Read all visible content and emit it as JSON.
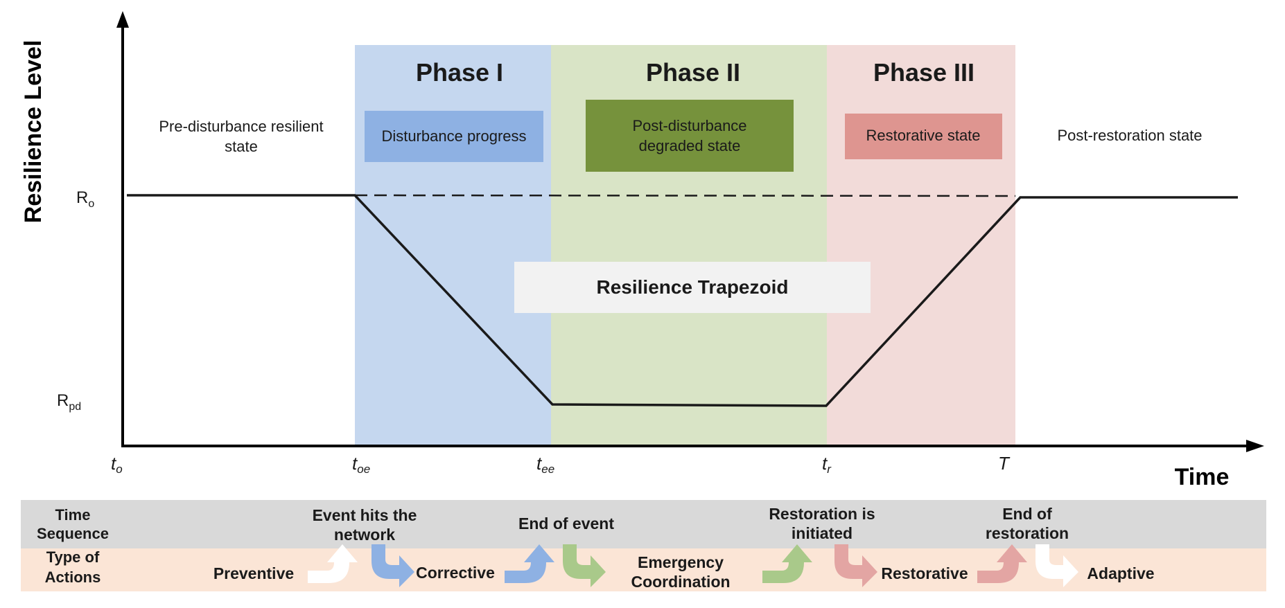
{
  "axes": {
    "y_label": "Resilience Level",
    "x_label": "Time",
    "r_levels": [
      {
        "main": "R",
        "sub": "o"
      },
      {
        "main": "R",
        "sub": "pd"
      }
    ],
    "time_ticks": [
      {
        "main": "t",
        "sub": "o"
      },
      {
        "main": "t",
        "sub": "oe"
      },
      {
        "main": "t",
        "sub": "ee"
      },
      {
        "main": "t",
        "sub": "r"
      },
      {
        "main": "T",
        "sub": ""
      }
    ]
  },
  "phases": [
    {
      "title": "Phase I",
      "state_lines": [
        "Disturbance progress"
      ],
      "color": "#c5d7ef",
      "box_color": "#8eb1e3"
    },
    {
      "title": "Phase II",
      "state_lines": [
        "Post-disturbance",
        "degraded state"
      ],
      "color": "#d9e4c6",
      "box_color": "#76923c"
    },
    {
      "title": "Phase III",
      "state_lines": [
        "Restorative state"
      ],
      "color": "#f2dbd9",
      "box_color": "#de9590"
    }
  ],
  "outer_states": {
    "pre": [
      "Pre-disturbance resilient",
      "state"
    ],
    "post": [
      "Post-restoration state"
    ]
  },
  "trapezoid_label": "Resilience Trapezoid",
  "table": {
    "row1_header": [
      "Time",
      "Sequence"
    ],
    "row2_header": [
      "Type of",
      "Actions"
    ],
    "events": [
      [
        "Event hits the",
        "network"
      ],
      [
        "End of event"
      ],
      [
        "Restoration is",
        "initiated"
      ],
      [
        "End of",
        "restoration"
      ]
    ],
    "actions": [
      [
        "Preventive"
      ],
      [
        "Corrective"
      ],
      [
        "Emergency",
        "Coordination"
      ],
      [
        "Restorative"
      ],
      [
        "Adaptive"
      ]
    ],
    "row1_color": "#d9d9d9",
    "row2_color": "#fbe5d6"
  },
  "colors": {
    "arrow_white": "#ffffff",
    "arrow_blue": "#8eb1e3",
    "arrow_green": "#a9c98a",
    "arrow_red": "#e3a5a3"
  }
}
